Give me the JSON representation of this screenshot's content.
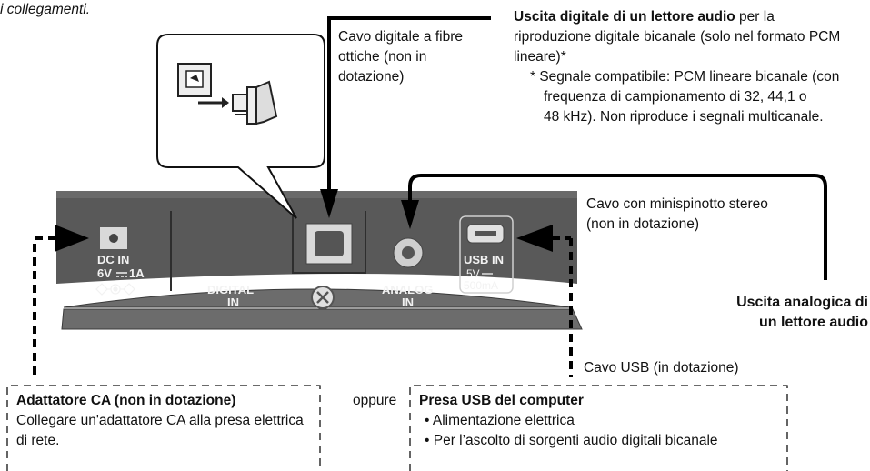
{
  "intro_tail": "i collegamenti.",
  "optical_cable": {
    "line1": "Cavo digitale a fibre",
    "line2": "ottiche (non in",
    "line3": "dotazione)"
  },
  "digital_output": {
    "title": "Uscita digitale di un lettore audio",
    "rest1": " per la",
    "line2": "riproduzione digitale bicanale (solo nel formato PCM",
    "line3": "lineare)*",
    "note1": "* Segnale compatibile: PCM lineare bicanale (con",
    "note2": "frequenza di campionamento di 32, 44,1 o",
    "note3": "48 kHz). Non riproduce i segnali multicanale."
  },
  "stereo_cable": {
    "line1": "Cavo con minispinotto stereo",
    "line2": "(non in dotazione)"
  },
  "analog_output": {
    "line1": "Uscita analogica di",
    "line2": "un lettore audio"
  },
  "usb_cable": "Cavo USB (in dotazione)",
  "ac_adapter": {
    "title": "Adattatore CA (non in dotazione)",
    "line1": "Collegare un'adattatore CA alla presa elettrica",
    "line2": "di rete."
  },
  "oppure": "oppure",
  "usb_computer": {
    "title": "Presa USB del computer",
    "bullet1": "• Alimentazione elettrica",
    "bullet2": "• Per l’ascolto di sorgenti audio digitali bicanale"
  },
  "panel": {
    "dc_in": "DC IN",
    "dc_rating": "6V",
    "dc_current": "1A",
    "digital_in_1": "DIGITAL",
    "digital_in_2": "IN",
    "analog_in_1": "ANALOG",
    "analog_in_2": "IN",
    "usb_in": "USB IN",
    "usb_volt": "5V",
    "usb_current": "500mA"
  },
  "colors": {
    "panel": "#5a5a5a",
    "panel_dark": "#4a4a4a",
    "base": "#6e6e6e",
    "line": "#000000"
  }
}
